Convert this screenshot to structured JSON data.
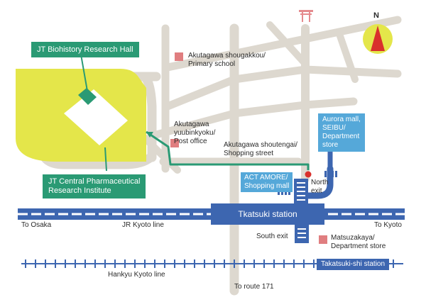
{
  "map": {
    "buildings": {
      "jt_biohistory": "JT Biohistory Research Hall",
      "jt_central": [
        "JT Central Pharmaceutical",
        "Research Institute"
      ],
      "primary_school": [
        "Akutagawa shougakkou/",
        "Primary school"
      ],
      "post_office": [
        "Akutagawa",
        "yuubinkyoku/",
        "Post office"
      ],
      "shopping_street": [
        "Akutagawa shoutengai/",
        "Shopping street"
      ],
      "aurora": [
        "Aurora mall,",
        "SEIBU/",
        "Department",
        "store"
      ],
      "act_amore": [
        "ACT AMORE/",
        "Shopping mall"
      ],
      "matsuzakaya": [
        "Matsuzakaya/",
        "Department store"
      ]
    },
    "stations": {
      "jr": "Tkatsuki station",
      "hankyu": "Takatsuki-shi station"
    },
    "exits": {
      "north": [
        "North",
        "exit"
      ],
      "south": "South exit"
    },
    "lines": {
      "jr": "JR Kyoto line",
      "hankyu": "Hankyu Kyoto line"
    },
    "directions": {
      "osaka": "To Osaka",
      "kyoto": "To Kyoto",
      "route171": "To route 171",
      "north": "N"
    },
    "colors": {
      "road": "#ddd8cf",
      "campus": "#e4e64a",
      "route": "#2a9a74",
      "rail": "#3d66b0",
      "info_box": "#55a8d9",
      "marker": "#e07e80",
      "torii": "#e58b8e"
    }
  }
}
